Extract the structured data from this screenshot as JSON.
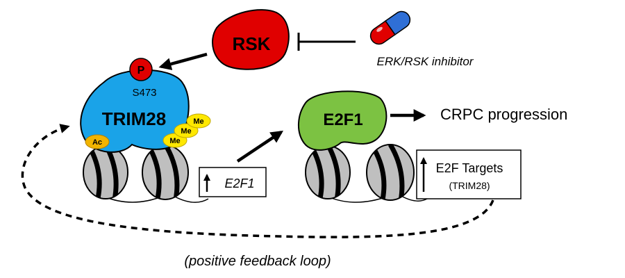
{
  "rsk": {
    "label": "RSK",
    "color": "#e00000"
  },
  "inhibitor": {
    "label": "ERK/RSK inhibitor",
    "pill_colors": [
      "#e00000",
      "#2f6fd6"
    ]
  },
  "phospho": {
    "label": "P",
    "site": "S473",
    "color": "#e00000"
  },
  "trim28": {
    "label": "TRIM28",
    "color": "#1aa3e8"
  },
  "marks": {
    "acetyl": {
      "label": "Ac",
      "color": "#f2b400"
    },
    "methyl": [
      "Me",
      "Me",
      "Me"
    ],
    "methyl_color": "#ffe800"
  },
  "left_box": {
    "label": "E2F1"
  },
  "e2f1": {
    "label": "E2F1",
    "color": "#7cc242"
  },
  "outcome": {
    "label": "CRPC progression"
  },
  "right_box": {
    "label": "E2F Targets",
    "sublabel": "(TRIM28)"
  },
  "feedback": {
    "label": "(positive feedback loop)"
  },
  "nucleosome_color": "#bfbfbf"
}
